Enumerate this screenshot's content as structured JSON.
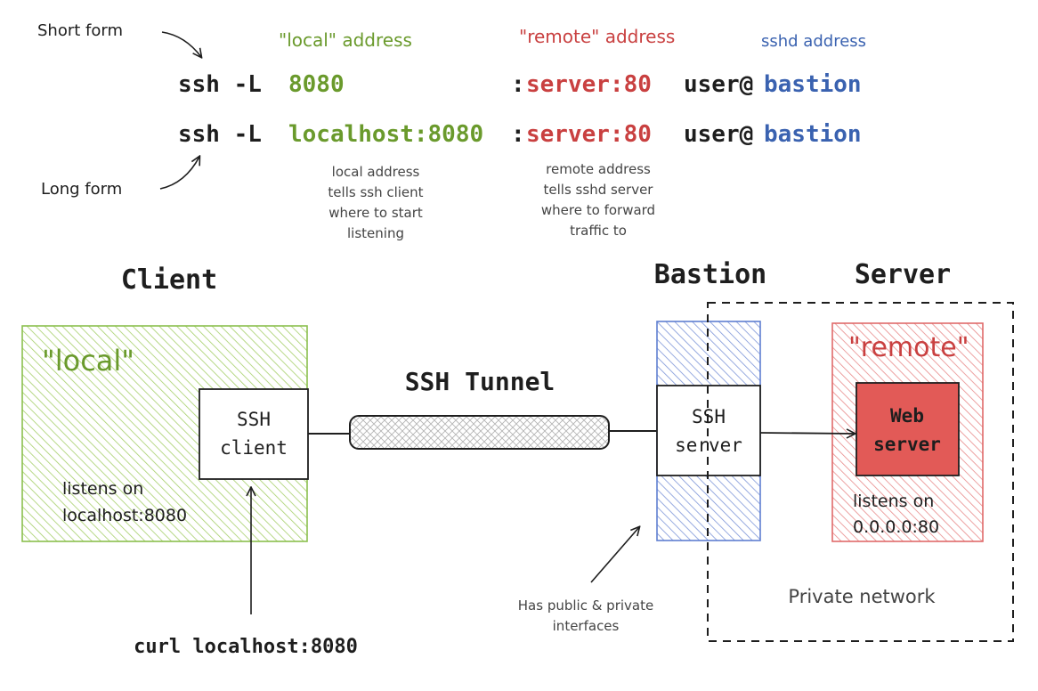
{
  "colors": {
    "local": "#6a9a2c",
    "remote": "#c94040",
    "sshd": "#3a62b0",
    "ink": "#1e1e1e",
    "local_fill": "#a6cf6a",
    "bastion_fill": "#7d95d8",
    "remote_fill": "#e88a8a",
    "web_server_fill": "#e25a57",
    "tunnel_fill": "#c8c8c8"
  },
  "header": {
    "short_form_label": "Short form",
    "long_form_label": "Long form",
    "local_address_label": "\"local\" address",
    "remote_address_label": "\"remote\" address",
    "sshd_address_label": "sshd address"
  },
  "commands": {
    "short": {
      "prefix": "ssh -L",
      "local": "8080",
      "colon": ":",
      "remote": "server:80",
      "user": "user@",
      "host": "bastion"
    },
    "long": {
      "prefix": "ssh -L",
      "local": "localhost:8080",
      "colon": ":",
      "remote": "server:80",
      "user": "user@",
      "host": "bastion"
    }
  },
  "notes": {
    "local_address": [
      "local address",
      "tells ssh client",
      "where to start",
      "listening"
    ],
    "remote_address": [
      "remote address",
      "tells sshd server",
      "where to forward",
      "traffic to"
    ]
  },
  "client": {
    "title": "Client",
    "zone_label": "\"local\"",
    "box_lines": [
      "SSH",
      "client"
    ],
    "listens_lines": [
      "listens on",
      "localhost:8080"
    ],
    "curl_command": "curl localhost:8080"
  },
  "tunnel": {
    "label": "SSH Tunnel"
  },
  "bastion": {
    "title": "Bastion",
    "box_lines": [
      "SSH",
      "server"
    ],
    "note_lines": [
      "Has public & private",
      "interfaces"
    ]
  },
  "server": {
    "title": "Server",
    "zone_label": "\"remote\"",
    "box_lines": [
      "Web",
      "server"
    ],
    "listens_lines": [
      "listens on",
      "0.0.0.0:80"
    ],
    "private_network_label": "Private network"
  }
}
